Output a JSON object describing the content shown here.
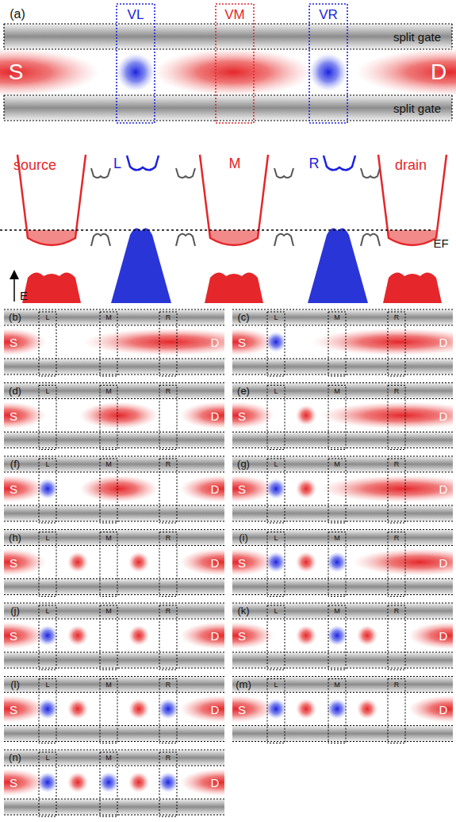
{
  "diagram": {
    "nodes": [
      {
        "text": [
          "split gate"
        ]
      },
      {
        "text": [
          "split gate"
        ]
      }
    ],
    "labels": [
      "VL",
      "VM",
      "VR",
      "(a)",
      "S",
      "D",
      "source",
      "L",
      "M",
      "R",
      "drain",
      "E",
      "EF",
      "(b)",
      "L",
      "M",
      "R",
      "S",
      "D",
      "(c)",
      "L",
      "M",
      "R",
      "S",
      "D",
      "(d)",
      "L",
      "M",
      "R",
      "S",
      "D",
      "(e)",
      "L",
      "M",
      "R",
      "S",
      "D",
      "(f)",
      "L",
      "M",
      "R",
      "S",
      "D",
      "(g)",
      "L",
      "M",
      "R",
      "S",
      "D",
      "(h)",
      "L",
      "M",
      "R",
      "S",
      "D",
      "(i)",
      "L",
      "M",
      "R",
      "S",
      "D",
      "(j)",
      "L",
      "M",
      "R",
      "S",
      "D",
      "(k)",
      "L",
      "M",
      "R",
      "S",
      "D",
      "(l)",
      "L",
      "M",
      "R",
      "S",
      "D",
      "(m)",
      "L",
      "M",
      "R",
      "S",
      "D",
      "(n)",
      "L",
      "M",
      "R",
      "S",
      "D"
    ]
  }
}
